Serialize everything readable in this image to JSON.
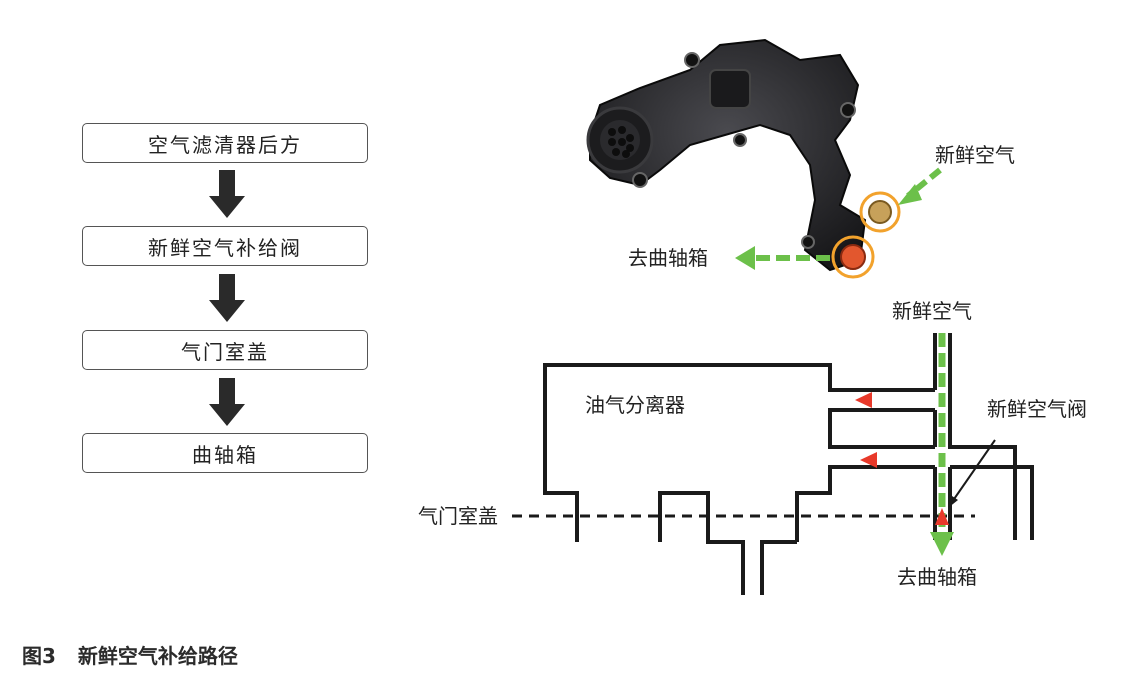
{
  "flowchart": {
    "steps": [
      "空气滤清器后方",
      "新鲜空气补给阀",
      "气门室盖",
      "曲轴箱"
    ]
  },
  "photo_labels": {
    "fresh_air": "新鲜空气",
    "to_crankcase": "去曲轴箱"
  },
  "schematic_labels": {
    "fresh_air": "新鲜空气",
    "separator": "油气分离器",
    "valve": "新鲜空气阀",
    "valve_cover": "气门室盖",
    "to_crankcase": "去曲轴箱"
  },
  "caption": {
    "number": "图3",
    "text": "新鲜空气补给路径"
  },
  "colors": {
    "flow_green": "#6cc04a",
    "valve_red": "#e8392a",
    "ring_orange": "#f2a22c",
    "outline": "#1a1a1a"
  }
}
